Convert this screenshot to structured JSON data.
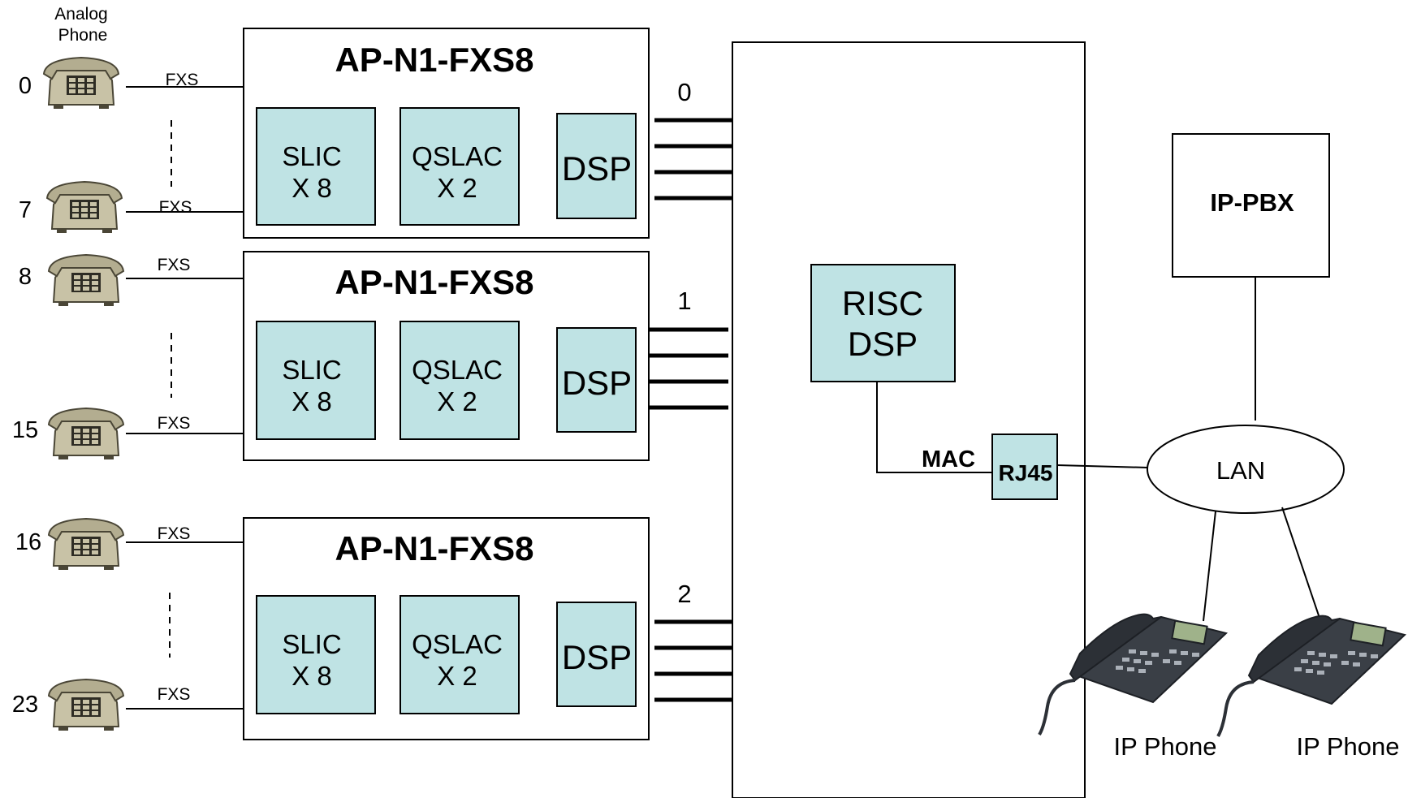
{
  "header": {
    "analog_phone_line1": "Analog",
    "analog_phone_line2": "Phone"
  },
  "modules": [
    {
      "title": "AP-N1-FXS8",
      "slic_line1": "SLIC",
      "slic_line2": "X 8",
      "qslac_line1": "QSLAC",
      "qslac_line2": "X 2",
      "dsp": "DSP",
      "bus_label": "0"
    },
    {
      "title": "AP-N1-FXS8",
      "slic_line1": "SLIC",
      "slic_line2": "X 8",
      "qslac_line1": "QSLAC",
      "qslac_line2": "X 2",
      "dsp": "DSP",
      "bus_label": "1"
    },
    {
      "title": "AP-N1-FXS8",
      "slic_line1": "SLIC",
      "slic_line2": "X 8",
      "qslac_line1": "QSLAC",
      "qslac_line2": "X 2",
      "dsp": "DSP",
      "bus_label": "2"
    }
  ],
  "phones": [
    {
      "number": "0",
      "port": "FXS"
    },
    {
      "number": "7",
      "port": "FXS"
    },
    {
      "number": "8",
      "port": "FXS"
    },
    {
      "number": "15",
      "port": "FXS"
    },
    {
      "number": "16",
      "port": "FXS"
    },
    {
      "number": "23",
      "port": "FXS"
    }
  ],
  "main": {
    "risc_line1": "RISC",
    "risc_line2": "DSP",
    "mac": "MAC",
    "rj45": "RJ45"
  },
  "network": {
    "ip_pbx": "IP-PBX",
    "lan": "LAN",
    "ip_phone_1": "IP Phone",
    "ip_phone_2": "IP Phone"
  },
  "colors": {
    "chip_fill": "#bfe3e4",
    "phone_body": "#c8c2a6",
    "ip_phone_body": "#3a3f46"
  }
}
